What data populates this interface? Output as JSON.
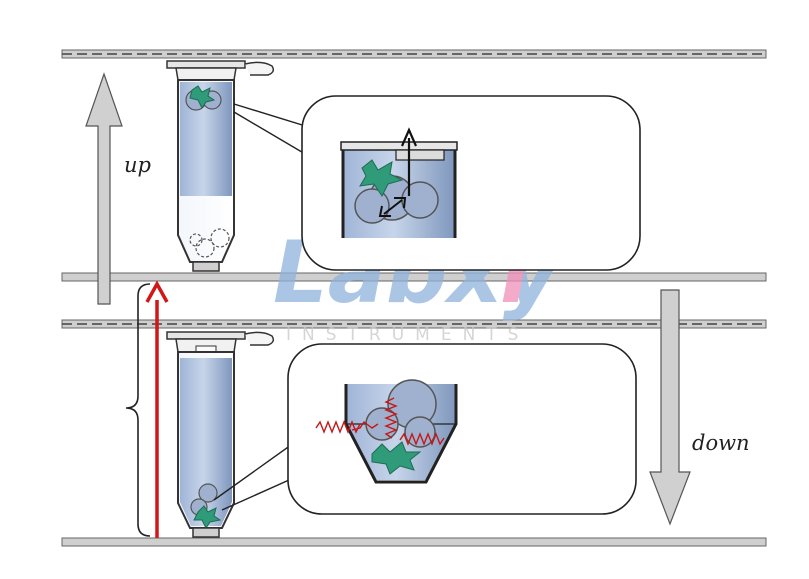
{
  "labels": {
    "up": "up",
    "down": "down"
  },
  "watermark": {
    "brand_main": "Labxy",
    "brand_accent": "i",
    "brand_sub": "INSTRUMENTS"
  },
  "colors": {
    "shelf_fill": "#c9c9c9",
    "shelf_stroke": "#6e6e6e",
    "arrow_gray": "#d0d0d0",
    "arrow_red": "#d01818",
    "liquid_blue": "#7f9cc4",
    "cell_green": "#2f9b78",
    "watermark_blue": "#8fb3dc",
    "watermark_pink": "#f08fb8"
  },
  "icons": {
    "up_arrow": "arrow-up-icon",
    "down_arrow": "arrow-down-icon",
    "impact_arrow": "red-arrow-up-icon",
    "brace": "curly-brace-icon"
  }
}
